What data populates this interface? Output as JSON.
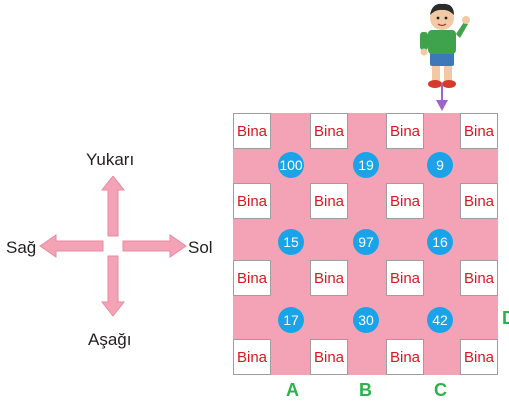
{
  "compass": {
    "up": "Yukarı",
    "down": "Aşağı",
    "left": "Sağ",
    "right": "Sol"
  },
  "building_label": "Bina",
  "grid_numbers": [
    [
      "100",
      "19",
      "9"
    ],
    [
      "15",
      "97",
      "16"
    ],
    [
      "17",
      "30",
      "42"
    ]
  ],
  "columns": [
    "A",
    "B",
    "C"
  ],
  "row_label": "D",
  "colors": {
    "street": "#f4a3b6",
    "number_circle": "#1aa3e8",
    "building_text": "#d71920",
    "arrow": "#f4a3b6",
    "label_green": "#2bb24c",
    "pointer": "#a064c8"
  }
}
